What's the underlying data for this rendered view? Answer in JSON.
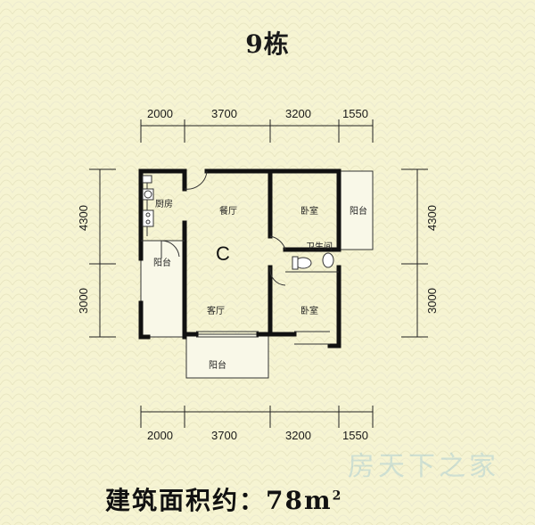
{
  "title": "9栋",
  "unit_label": "C",
  "dims_top": [
    "2000",
    "3700",
    "3200",
    "1550"
  ],
  "dims_bottom": [
    "2000",
    "3700",
    "3200",
    "1550"
  ],
  "dims_left": [
    "4300",
    "3000"
  ],
  "dims_right": [
    "4300",
    "3000"
  ],
  "rooms": {
    "kitchen": "厨房",
    "dining": "餐厅",
    "bedroom1": "卧室",
    "balcony1": "阳台",
    "bathroom": "卫生间",
    "balcony_left": "阳台",
    "living": "客厅",
    "bedroom2": "卧室",
    "balcony_bottom": "阳台"
  },
  "area": {
    "label": "建筑面积约：",
    "value": "78",
    "unit": "m",
    "sup": "2"
  },
  "watermark": "房天下之家"
}
